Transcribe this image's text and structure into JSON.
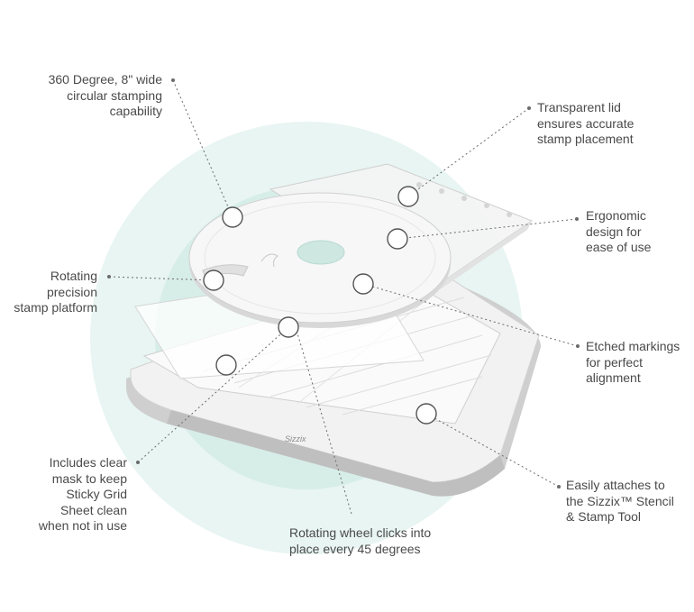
{
  "colors": {
    "halo": "#e8f5f2",
    "ring": "#d7ede8",
    "accent": "#cfe7e1",
    "text": "#4a4a4a",
    "leader": "#6b6b6b"
  },
  "product": {
    "brand_mark": "Sizzix"
  },
  "callouts": [
    {
      "id": "circular-capability",
      "text": "360 Degree, 8\" wide\ncircular stamping\ncapability"
    },
    {
      "id": "transparent-lid",
      "text": "Transparent lid\nensures accurate\nstamp placement"
    },
    {
      "id": "ergonomic-design",
      "text": "Ergonomic\ndesign for\nease of use"
    },
    {
      "id": "rotating-platform",
      "text": "Rotating\nprecision\nstamp platform"
    },
    {
      "id": "etched-markings",
      "text": "Etched markings\nfor perfect\nalignment"
    },
    {
      "id": "clear-mask",
      "text": "Includes clear\nmask to keep\nSticky Grid\nSheet clean\nwhen not in use"
    },
    {
      "id": "easily-attaches",
      "text": "Easily attaches to\nthe Sizzix™ Stencil\n& Stamp Tool"
    },
    {
      "id": "rotating-wheel",
      "text": "Rotating wheel clicks into\nplace every 45 degrees"
    }
  ]
}
